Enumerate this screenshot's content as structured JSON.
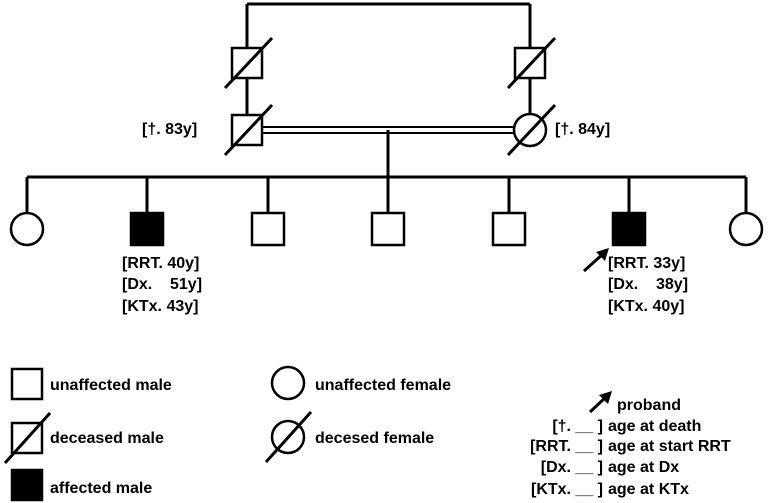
{
  "pedigree": {
    "grandfather_annotation": "[†. 83y]",
    "grandmother_annotation": "[†. 84y]",
    "affected_son_1": {
      "rrt": "[RRT. 40y]",
      "dx": "[Dx.    51y]",
      "ktx": "[KTx. 43y]"
    },
    "affected_son_2": {
      "rrt": "[RRT. 33y]",
      "dx": "[Dx.    38y]",
      "ktx": "[KTx. 40y]"
    }
  },
  "legend": {
    "unaffected_male": "unaffected male",
    "deceased_male": "deceased male",
    "affected_male": "affected male",
    "unaffected_female": "unaffected female",
    "deceased_female": "decesed female",
    "key": {
      "proband": "proband",
      "death_code": "[†. __ ]",
      "death_text": "age at death",
      "rrt_code": "[RRT. __ ]",
      "rrt_text": "age at start RRT",
      "dx_code": "[Dx. __ ]",
      "dx_text": "age at Dx",
      "ktx_code": "[KTx. __ ]",
      "ktx_text": "age at KTx"
    }
  }
}
